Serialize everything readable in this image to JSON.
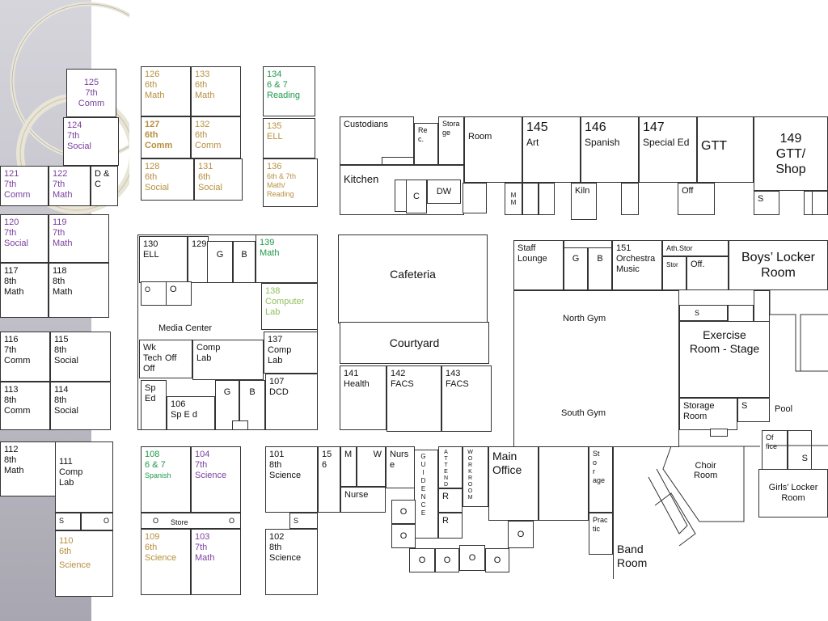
{
  "rooms": {
    "r125": [
      "125",
      "7th",
      "Comm"
    ],
    "r124": [
      "124",
      "7th",
      "Social"
    ],
    "r121": [
      "121",
      "7th",
      "Comm"
    ],
    "r122": [
      "122",
      "7th",
      "Math"
    ],
    "rDC": [
      "D &",
      "C"
    ],
    "r120": [
      "120",
      "7th",
      "Social"
    ],
    "r119": [
      "119",
      "7th",
      "Math"
    ],
    "r117": [
      "117",
      "8th",
      "Math"
    ],
    "r118": [
      "118",
      "8th",
      "Math"
    ],
    "r116": [
      "116",
      "7th",
      "Comm"
    ],
    "r115": [
      "115",
      "8th",
      "Social"
    ],
    "r113": [
      "113",
      "8th",
      "Comm"
    ],
    "r114": [
      "114",
      "8th",
      "Social"
    ],
    "r112": [
      "112",
      "8th",
      "Math"
    ],
    "r111": [
      "111",
      "Comp",
      "Lab"
    ],
    "r110": [
      "110",
      "6th",
      "Science"
    ],
    "r126": [
      "126",
      "6th",
      "Math"
    ],
    "r133": [
      "133",
      "6th",
      "Math"
    ],
    "r127": [
      "127",
      "6th",
      "Comm"
    ],
    "r132": [
      "132",
      "6th",
      "Comm"
    ],
    "r128": [
      "128",
      "6th",
      "Social"
    ],
    "r131": [
      "131",
      "6th",
      "Social"
    ],
    "r134": [
      "134",
      "6 & 7",
      "Reading"
    ],
    "r135": [
      "135",
      "ELL"
    ],
    "r136": [
      "136",
      "6th & 7th",
      "Math/",
      "Reading"
    ],
    "r130": [
      "130",
      "ELL"
    ],
    "r129": "129",
    "r139": [
      "139",
      "Math"
    ],
    "r138": [
      "138",
      "Computer",
      "Lab"
    ],
    "r137": [
      "137",
      "Comp",
      "Lab"
    ],
    "r107": [
      "107",
      "DCD"
    ],
    "r106": [
      "106",
      "Sp E d"
    ],
    "spEd": [
      "Sp",
      "Ed"
    ],
    "wkTech": [
      "Wk",
      "Tech",
      "Off"
    ],
    "off": "Off",
    "compLab": [
      "Comp",
      "Lab"
    ],
    "mediaCenter": "Media Center",
    "r108": [
      "108",
      "6  & 7",
      "Spanish"
    ],
    "r104": [
      "104",
      "7th",
      "Science"
    ],
    "r109": [
      "109",
      "6th",
      "Science"
    ],
    "r103": [
      "103",
      "7th",
      "Math"
    ],
    "r101": [
      "101",
      "8th",
      "Science"
    ],
    "r156": [
      "15",
      "6"
    ],
    "r102": [
      "102",
      "8th",
      "Science"
    ],
    "store": "Store",
    "nurse": "Nurse",
    "nurs": [
      "Nurs",
      "e"
    ],
    "guidance": "GUIDENCE",
    "attend": "ATTEND",
    "workroom": "WORKROOM",
    "mainOffice": [
      "Main",
      "Office"
    ],
    "storage": [
      "St",
      "o",
      "r",
      "age"
    ],
    "prac": [
      "Prac",
      "tic"
    ],
    "bandRoom": [
      "Band",
      "Room"
    ],
    "choirRoom": [
      "Choir",
      "Room"
    ],
    "custodians": "Custodians",
    "rec": [
      "Re",
      "c."
    ],
    "storaGe": [
      "Stora",
      "ge"
    ],
    "room": "Room",
    "kitchen": "Kitchen",
    "cLbl": "C",
    "dw": "DW",
    "mm": [
      "M",
      "M"
    ],
    "r145": [
      "145",
      "Art"
    ],
    "r146": [
      "146",
      "Spanish"
    ],
    "r147": [
      "147",
      "Special Ed"
    ],
    "gtt": "GTT",
    "r149": [
      "149",
      "GTT/",
      "Shop"
    ],
    "kiln": "Kiln",
    "offLbl": "Off",
    "sLbl": "S",
    "cafeteria": "Cafeteria",
    "courtyard": "Courtyard",
    "r141": [
      "141",
      "Health"
    ],
    "r142": [
      "142",
      "FACS"
    ],
    "r143": [
      "143",
      "FACS"
    ],
    "staffLounge": [
      "Staff",
      "Lounge"
    ],
    "gLbl": "G",
    "bLbl": "B",
    "r151": [
      "151",
      "Orchestra",
      "Music"
    ],
    "athStor": "Ath.Stor",
    "stor": "Stor",
    "offDot": "Off.",
    "boysLocker": [
      "Boys’ Locker",
      "Room"
    ],
    "northGym": "North Gym",
    "southGym": "South Gym",
    "exercise": [
      "Exercise",
      "Room - Stage"
    ],
    "storageRoom": [
      "Storage",
      "Room"
    ],
    "pool": "Pool",
    "office": [
      "Of",
      "fice"
    ],
    "girlsLocker": [
      "Girls’ Locker",
      "Room"
    ],
    "mLbl": "M",
    "wLbl": "W",
    "rLbl": "R",
    "oLbl": "O"
  }
}
